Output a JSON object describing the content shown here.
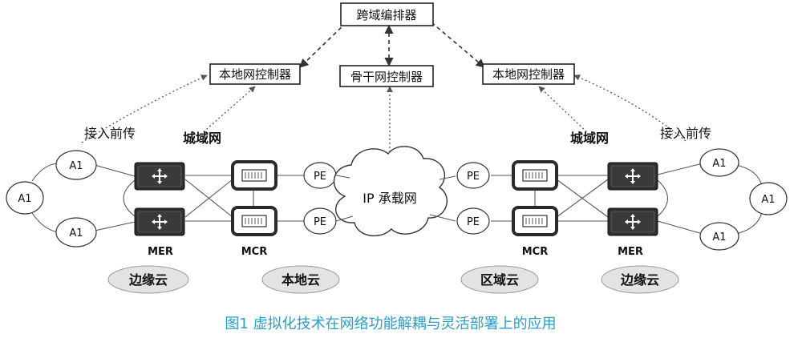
{
  "boxes": {
    "orchestrator": "跨域编排器",
    "local_ctrl_left": "本地网控制器",
    "backbone_ctrl": "骨干网控制器",
    "local_ctrl_right": "本地网控制器"
  },
  "labels": {
    "access_fronthaul_left": "接入前传",
    "metro_left": "城域网",
    "metro_right": "城域网",
    "access_fronthaul_right": "接入前传",
    "ip_network": "IP 承载网"
  },
  "nodes": {
    "a1": "A1",
    "pe": "PE",
    "mer": "MER",
    "mcr": "MCR"
  },
  "clouds": {
    "edge_left": "边缘云",
    "local": "本地云",
    "regional": "区域云",
    "edge_right": "边缘云"
  },
  "caption": "图1 虚拟化技术在网络功能解耦与灵活部署上的应用",
  "colors": {
    "caption": "#2a9ec6",
    "device": "#2e2e2e"
  },
  "icons": [
    "router-arrows-icon",
    "switch-grid-icon",
    "cloud-shape"
  ]
}
